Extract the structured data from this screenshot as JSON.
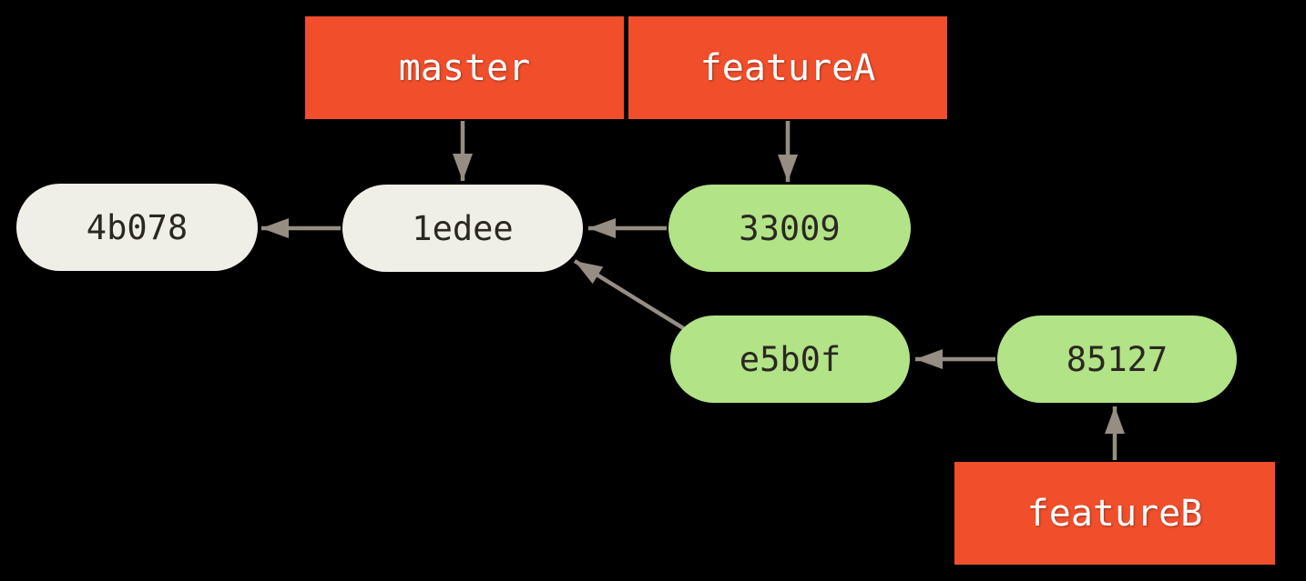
{
  "diagram": {
    "background": "#000000",
    "colors": {
      "branch-bg": "#f14e2b",
      "branch-text": "#ffffff",
      "commit-bg": "#f0efe7",
      "commit-topic-bg": "#b2e386",
      "commit-text": "#2b2722",
      "arrow": "#968d83"
    },
    "branches": [
      {
        "label": "master",
        "points_to": "1edee"
      },
      {
        "label": "featureA",
        "points_to": "33009"
      },
      {
        "label": "featureB",
        "points_to": "85127"
      }
    ],
    "commits": [
      {
        "label": "4b078",
        "style": "default"
      },
      {
        "label": "1edee",
        "style": "default",
        "parent": "4b078"
      },
      {
        "label": "33009",
        "style": "topic-green",
        "parent": "1edee"
      },
      {
        "label": "e5b0f",
        "style": "topic-green",
        "parent": "1edee"
      },
      {
        "label": "85127",
        "style": "topic-green",
        "parent": "e5b0f"
      }
    ],
    "edges": [
      {
        "from": "master",
        "to": "1edee"
      },
      {
        "from": "featureA",
        "to": "33009"
      },
      {
        "from": "1edee",
        "to": "4b078"
      },
      {
        "from": "33009",
        "to": "1edee"
      },
      {
        "from": "e5b0f",
        "to": "1edee"
      },
      {
        "from": "85127",
        "to": "e5b0f"
      },
      {
        "from": "featureB",
        "to": "85127"
      }
    ]
  }
}
